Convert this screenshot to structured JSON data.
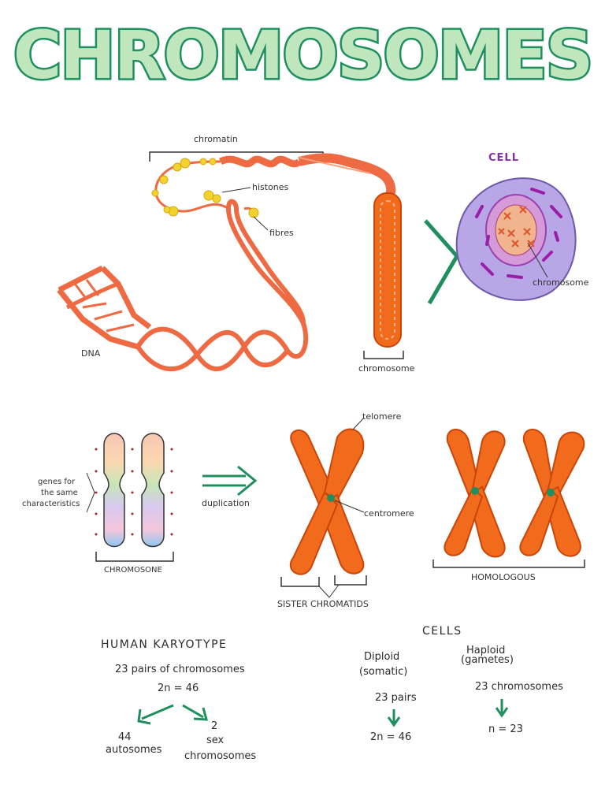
{
  "title": "CHROMOSOMES",
  "top": {
    "chromatin": "chromatin",
    "histones": "histones",
    "fibres": "fibres",
    "dna": "DNA",
    "chromosome": "chromosome",
    "cell": "CELL",
    "cell_chromosome": "chromosome"
  },
  "middle": {
    "genes_line1": "genes for",
    "genes_line2": "the same",
    "genes_line3": "characteristics",
    "chromosone": "CHROMOSONE",
    "duplication": "duplication",
    "telomere": "telomere",
    "centromere": "centromere",
    "sister": "SISTER CHROMATIDS",
    "homologous": "HOMOLOGOUS"
  },
  "bottom": {
    "karyotype": "HUMAN KARYOTYPE",
    "pairs": "23 pairs of chromosomes",
    "two_n": "2n = 46",
    "auto_num": "44",
    "auto_word": "autosomes",
    "sex_num": "2",
    "sex_word": "sex",
    "sex_word2": "chromosomes",
    "cells": "CELLS",
    "diploid": "Diploid",
    "somatic": "(somatic)",
    "haploid": "Haploid",
    "gametes": "(gametes)",
    "d_pairs": "23 pairs",
    "d_result": "2n = 46",
    "h_chrom": "23 chromosomes",
    "h_result": "n = 23"
  },
  "colors": {
    "title_fill": "#bfe6bd",
    "title_stroke": "#1f8f5f",
    "dna": "#ee6a43",
    "histone": "#f2d22e",
    "chromatid": "#f26b1d",
    "arrow": "#1f8f5f",
    "cell": "#b8a6e6"
  }
}
